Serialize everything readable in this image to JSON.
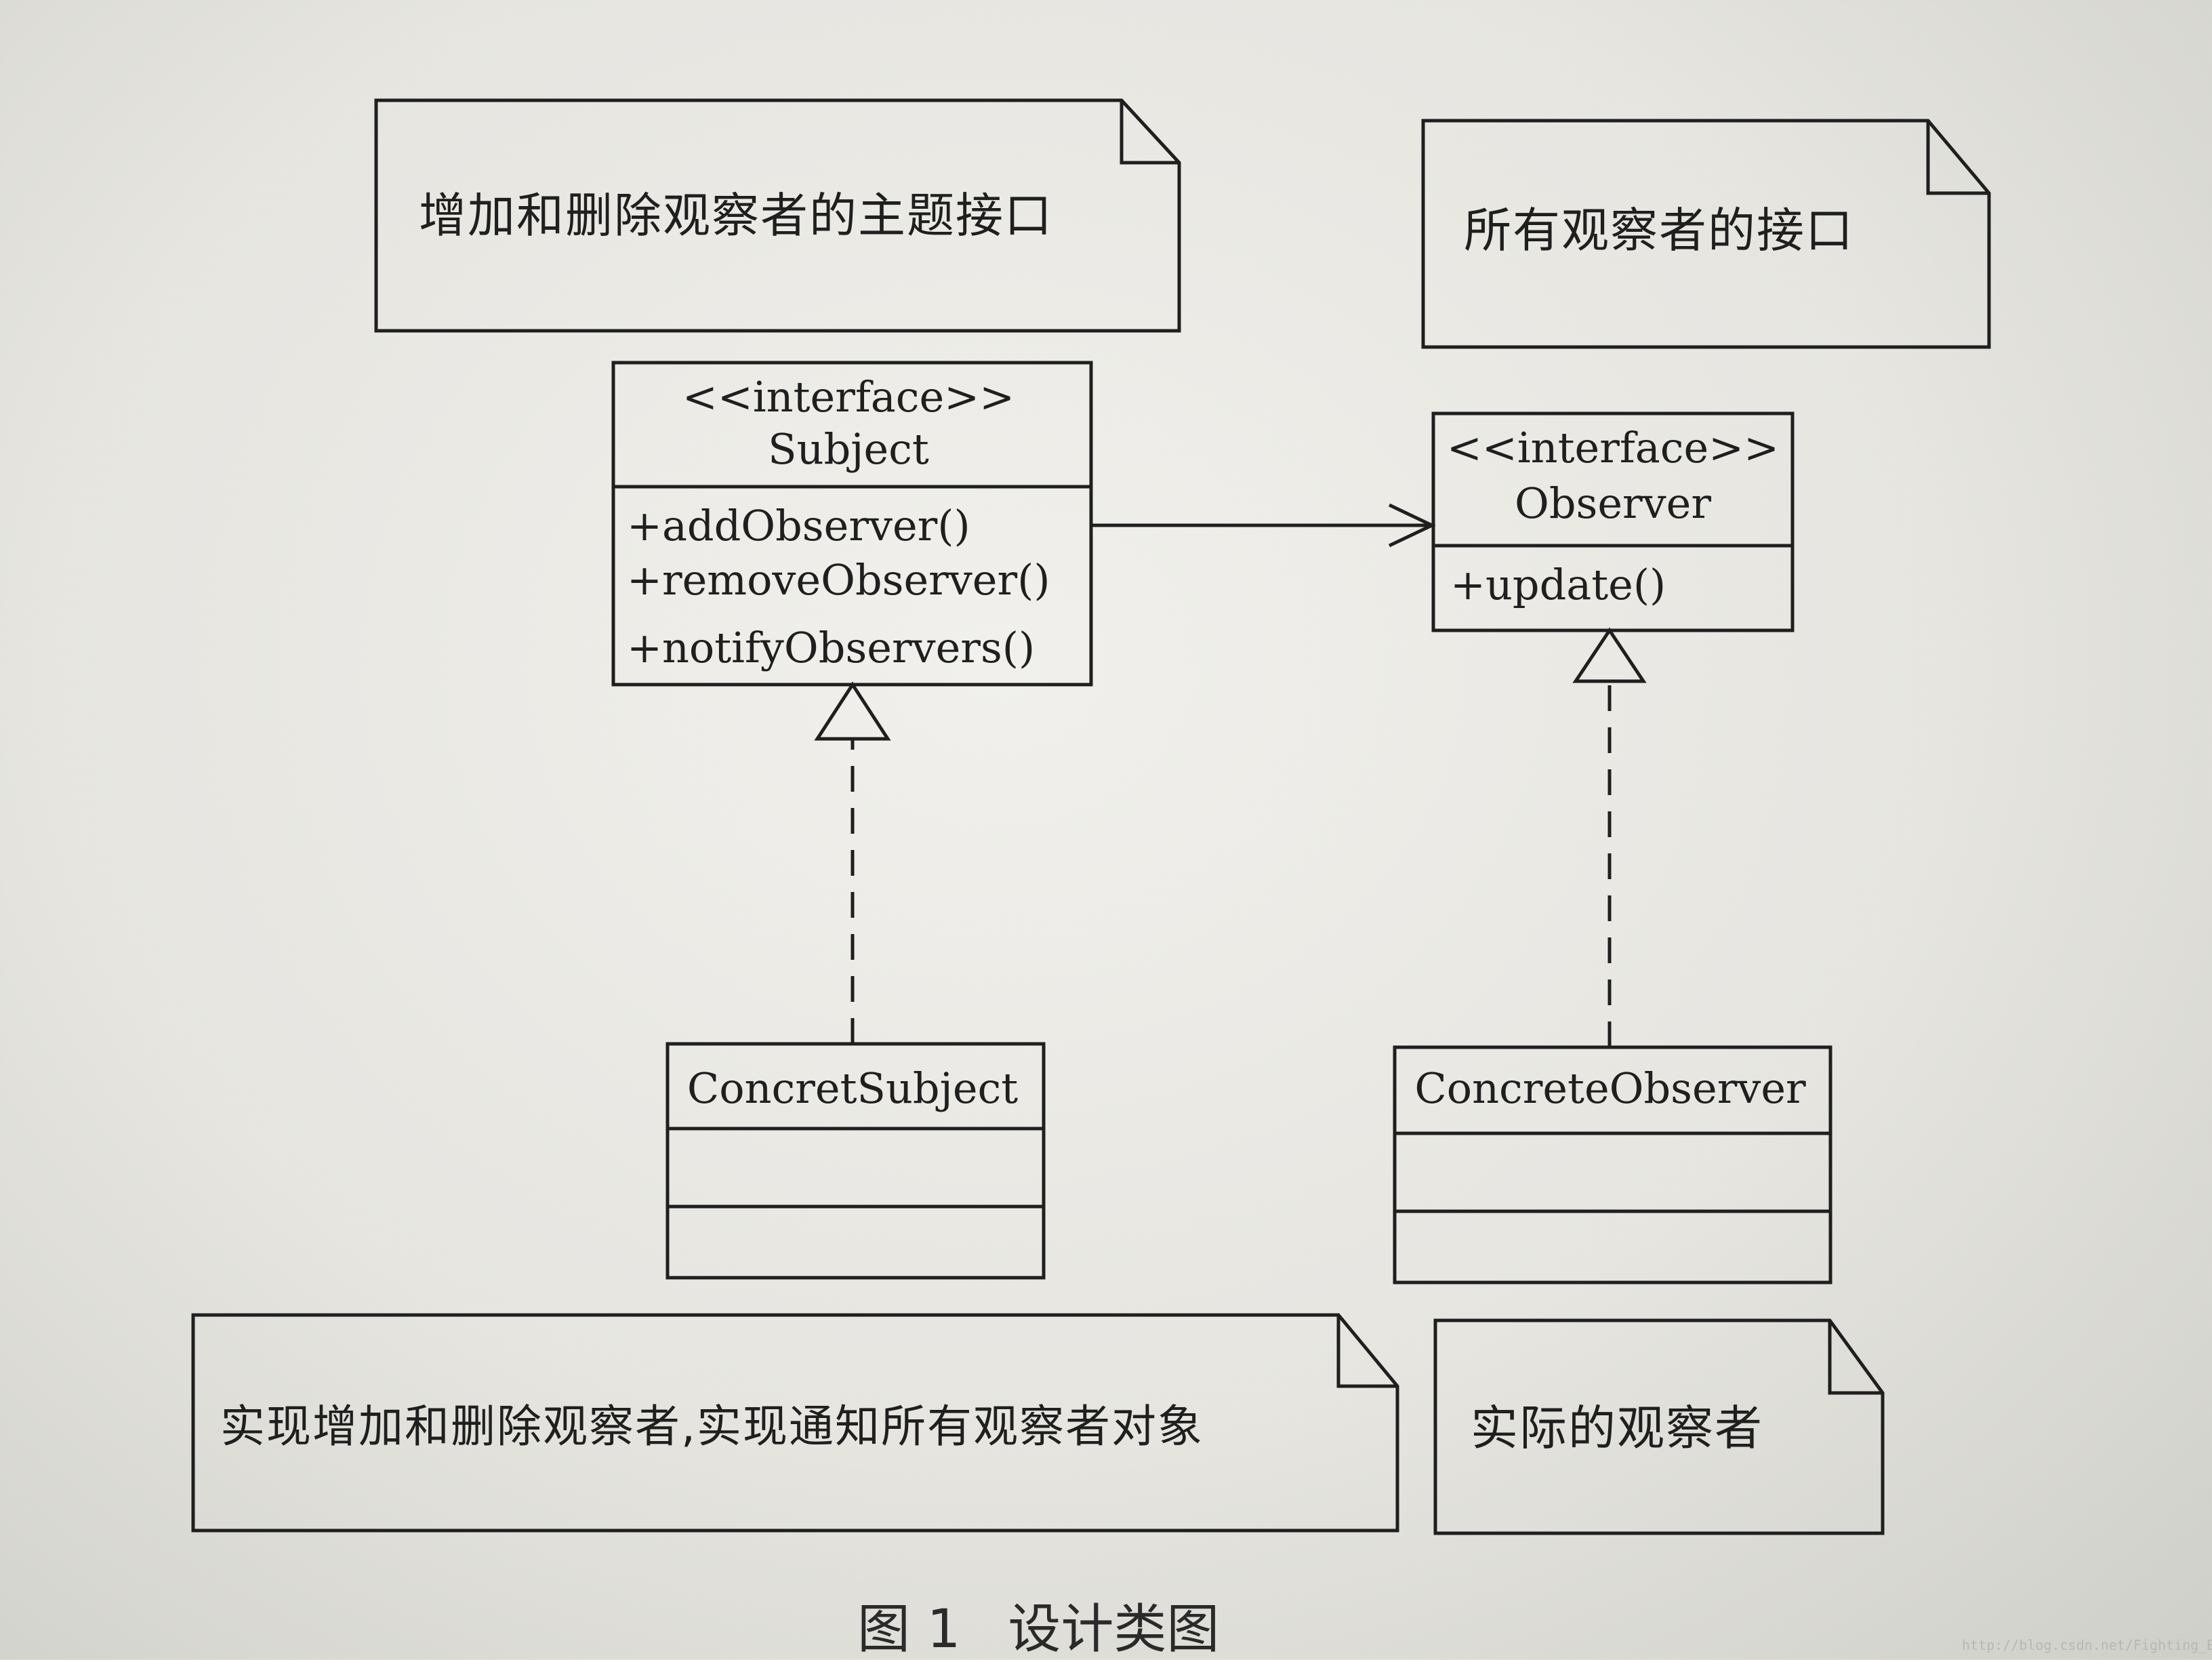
{
  "notes": {
    "subject_note": "增加和删除观察者的主题接口",
    "observer_note": "所有观察者的接口",
    "concrete_subject_note": "实现增加和删除观察者,实现通知所有观察者对象",
    "concrete_observer_note": "实际的观察者"
  },
  "classes": {
    "subject": {
      "stereotype": "<<interface>>",
      "name": "Subject",
      "methods": [
        "+addObserver()",
        "+removeObserver()",
        "+notifyObservers()"
      ]
    },
    "observer": {
      "stereotype": "<<interface>>",
      "name": "Observer",
      "methods": [
        "+update()"
      ]
    },
    "concrete_subject": {
      "name": "ConcretSubject"
    },
    "concrete_observer": {
      "name": "ConcreteObserver"
    }
  },
  "caption": {
    "figure": "图 1",
    "title": "设计类图"
  },
  "watermark": "http://blog.csdn.net/Fighting_Boy",
  "colors": {
    "ink": "#1f1f1f",
    "paper": "#ecebe6"
  }
}
